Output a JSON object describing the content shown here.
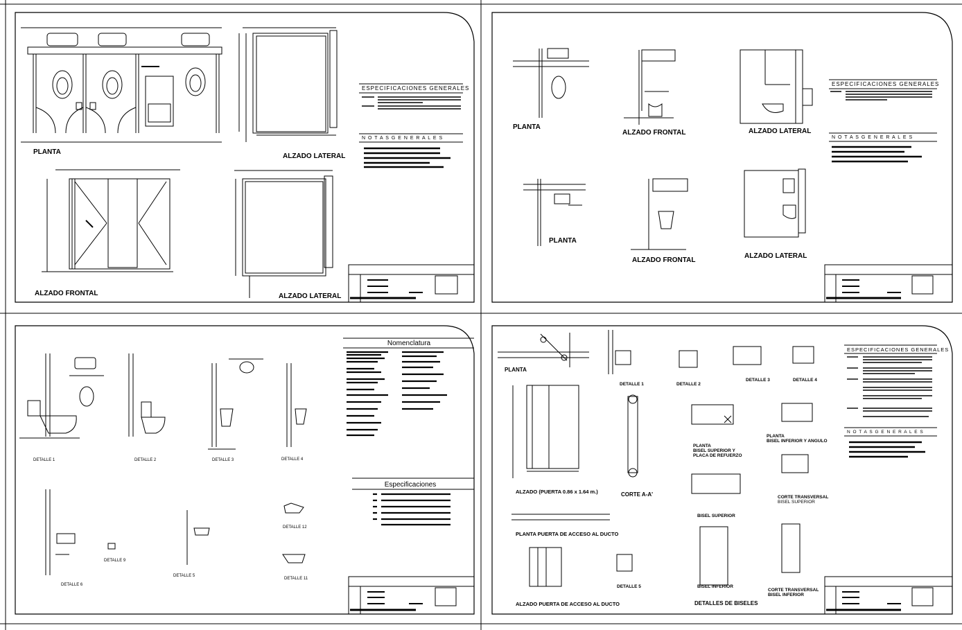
{
  "sheets": {
    "top_left": {
      "plan_label": "PLANTA",
      "front_label": "ALZADO FRONTAL",
      "side_label_1": "ALZADO LATERAL",
      "side_label_2": "ALZADO LATERAL",
      "specs_title": "ESPECIFICACIONES GENERALES",
      "notes_title": "N O T A S     G E N E R A L E S"
    },
    "top_right": {
      "plan_label_1": "PLANTA",
      "front_label_1": "ALZADO FRONTAL",
      "side_label_1": "ALZADO LATERAL",
      "plan_label_2": "PLANTA",
      "front_label_2": "ALZADO FRONTAL",
      "side_label_2": "ALZADO LATERAL",
      "specs_title": "ESPECIFICACIONES GENERALES",
      "notes_title": "N O T A S     G E N E R A L E S"
    },
    "bottom_left": {
      "nomenclature_title": "Nomenclatura",
      "specs_title": "Especificaciones",
      "details": [
        "DETALLE 1",
        "DETALLE 2",
        "DETALLE 3",
        "DETALLE 4",
        "DETALLE 5",
        "DETALLE 6",
        "DETALLE 9",
        "DETALLE 11",
        "DETALLE 12"
      ]
    },
    "bottom_right": {
      "plan_label": "PLANTA",
      "detail_1": "DETALLE 1",
      "detail_2": "DETALLE 2",
      "detail_3": "DETALLE 3",
      "detail_4": "DETALLE 4",
      "detail_5": "DETALLE 5",
      "elevation_label": "ALZADO (PUERTA 0.86 x 1.64 m.)",
      "section_label": "CORTE A-A'",
      "plan_duct": "PLANTA  PUERTA DE ACCESO AL DUCTO",
      "elev_duct": "ALZADO  PUERTA DE ACCESO AL DUCTO",
      "plan_sub_1": "PLANTA",
      "plan_sub_2": "BISEL SUPERIOR Y",
      "plan_sub_3": "PLACA DE REFUERZO",
      "plan_sub_4": "PLANTA",
      "plan_sub_5": "BISEL INFERIOR Y ANGULO",
      "bisel_sup": "BISEL SUPERIOR",
      "bisel_inf": "BISEL INFERIOR",
      "corte_t1a": "CORTE TRANSVERSAL",
      "corte_t1b": "BISEL SUPERIOR",
      "corte_t2a": "CORTE TRANSVERSAL",
      "corte_t2b": "BISEL INFERIOR",
      "bisel_title": "DETALLES DE BISELES",
      "specs_title": "ESPECIFICACIONES GENERALES",
      "notes_title": "N O T A S     G E N E R A L E S"
    }
  }
}
